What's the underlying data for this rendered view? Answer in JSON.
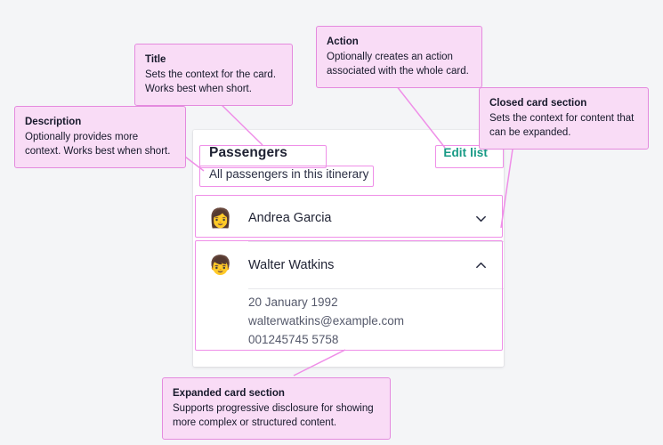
{
  "page": {
    "background": "#f4f5f7",
    "accent_pink_border": "#ef8fe8",
    "accent_pink_fill": "#f9dcf6",
    "accent_teal": "#179a85"
  },
  "card": {
    "title": "Passengers",
    "description": "All passengers in this itinerary",
    "action_label": "Edit list",
    "sections": [
      {
        "avatar_icon": "woman-avatar-icon",
        "avatar_glyph": "👩",
        "name": "Andrea Garcia",
        "chevron_icon": "chevron-down-icon",
        "expanded": false,
        "details": []
      },
      {
        "avatar_icon": "boy-avatar-icon",
        "avatar_glyph": "👦",
        "name": "Walter Watkins",
        "chevron_icon": "chevron-up-icon",
        "expanded": true,
        "details": [
          "20 January 1992",
          "walterwatkins@example.com",
          "001245745 5758"
        ]
      }
    ]
  },
  "annotations": [
    {
      "id": "title",
      "title": "Title",
      "body": "Sets the context for the card. Works best when short."
    },
    {
      "id": "action",
      "title": "Action",
      "body": "Optionally creates an action associated with the whole card."
    },
    {
      "id": "closed",
      "title": "Closed card section",
      "body": "Sets the context for content that can be expanded."
    },
    {
      "id": "description",
      "title": "Description",
      "body": "Optionally provides more context. Works best when short."
    },
    {
      "id": "expanded",
      "title": "Expanded card section",
      "body": "Supports progressive disclosure for showing more complex or structured content."
    }
  ]
}
